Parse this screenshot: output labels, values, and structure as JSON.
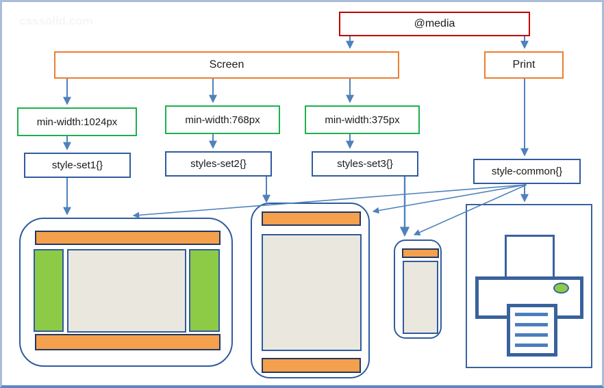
{
  "watermark": "csssolid.com",
  "nodes": {
    "media": {
      "label": "@media"
    },
    "screen": {
      "label": "Screen"
    },
    "print": {
      "label": "Print"
    },
    "mw1024": {
      "label": "min-width:1024px"
    },
    "mw768": {
      "label": "min-width:768px"
    },
    "mw375": {
      "label": "min-width:375px"
    },
    "set1": {
      "label": "style-set1{}"
    },
    "set2": {
      "label": "styles-set2{}"
    },
    "set3": {
      "label": "styles-set3{}"
    },
    "common": {
      "label": "style-common{}"
    }
  },
  "edges": [
    {
      "from": "@media",
      "to": "Screen"
    },
    {
      "from": "@media",
      "to": "Print"
    },
    {
      "from": "Screen",
      "to": "min-width:1024px"
    },
    {
      "from": "Screen",
      "to": "min-width:768px"
    },
    {
      "from": "Screen",
      "to": "min-width:375px"
    },
    {
      "from": "min-width:1024px",
      "to": "style-set1{}"
    },
    {
      "from": "min-width:768px",
      "to": "styles-set2{}"
    },
    {
      "from": "min-width:375px",
      "to": "styles-set3{}"
    },
    {
      "from": "Print",
      "to": "style-common{}"
    },
    {
      "from": "style-set1{}",
      "to": "desktop-layout"
    },
    {
      "from": "styles-set2{}",
      "to": "tablet-layout"
    },
    {
      "from": "styles-set3{}",
      "to": "phone-layout"
    },
    {
      "from": "style-common{}",
      "to": "desktop-layout"
    },
    {
      "from": "style-common{}",
      "to": "tablet-layout"
    },
    {
      "from": "style-common{}",
      "to": "phone-layout"
    },
    {
      "from": "style-common{}",
      "to": "printer"
    }
  ],
  "mockups": {
    "desktop": {
      "parts": [
        "header",
        "left-sidebar",
        "content",
        "right-sidebar",
        "footer"
      ]
    },
    "tablet": {
      "parts": [
        "header",
        "content",
        "footer"
      ]
    },
    "phone": {
      "parts": [
        "header",
        "content"
      ]
    },
    "printer": {
      "parts": [
        "paper",
        "body",
        "led",
        "printed-page"
      ]
    }
  },
  "colors": {
    "media_border": "#C00000",
    "screen_print_border": "#ED7D31",
    "minwidth_border": "#1DB04E",
    "styleset_border": "#2E5B9F",
    "arrow": "#4F81BD",
    "orange_fill": "#F5A04C",
    "green_fill": "#8DCB47",
    "content_fill": "#EAE8DE",
    "device_border": "#2E5B9F",
    "bar_border": "#1F3864",
    "printer_border": "#38629E",
    "printer_line": "#4A7EBE",
    "frame_border": "#AABCD8",
    "watermark": "#F5F5F5"
  }
}
